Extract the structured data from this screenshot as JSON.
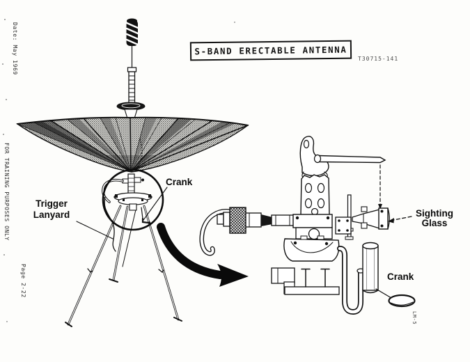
{
  "margin": {
    "date": "Date: May 1969",
    "training_note": "FOR TRAINING PURPOSES ONLY",
    "page_number": "Page 2-22"
  },
  "header": {
    "title": "S-BAND ERECTABLE ANTENNA",
    "figure_number": "T30715-141"
  },
  "main_view": {
    "labels": {
      "trigger_lanyard": "Trigger\nLanyard",
      "crank": "Crank"
    }
  },
  "detail_view": {
    "labels": {
      "sighting_glass": "Sighting\nGlass",
      "crank": "Crank"
    },
    "drawing_ref": "LM-5"
  },
  "colors": {
    "ink": "#111111",
    "paper": "#fdfdfb"
  }
}
